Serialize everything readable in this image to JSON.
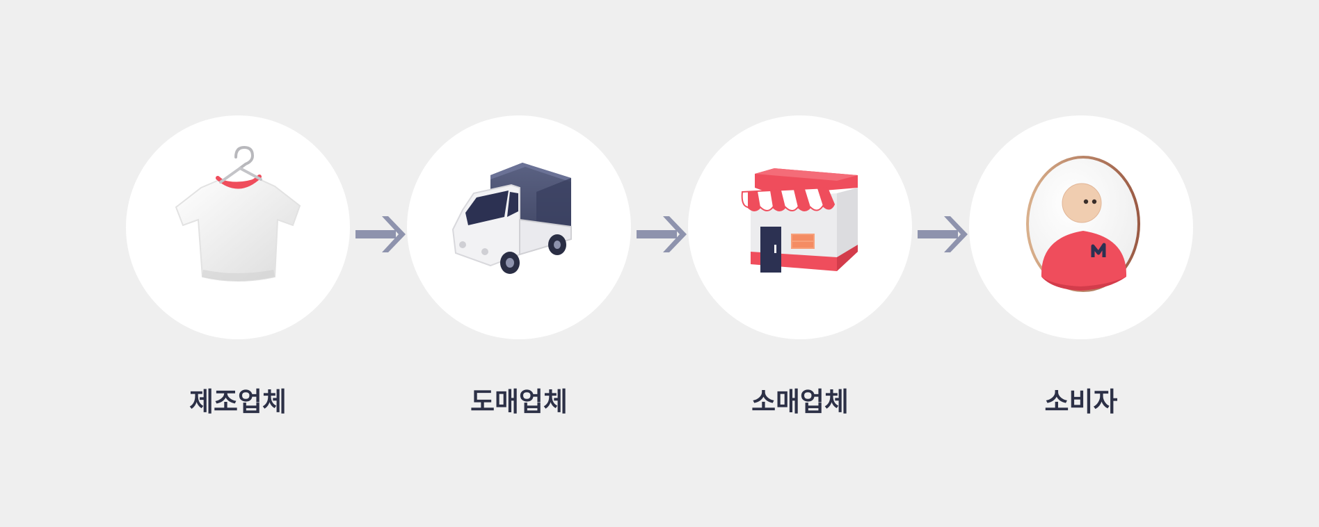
{
  "colors": {
    "background": "#efefef",
    "circle": "#ffffff",
    "label_text": "#2c3046",
    "arrow": "#8e93ad",
    "accent_red": "#ef4d5c",
    "navy": "#444b6b"
  },
  "flow": [
    {
      "label": "제조업체",
      "icon": "t-shirt-on-hanger-icon"
    },
    {
      "label": "도매업체",
      "icon": "delivery-truck-icon"
    },
    {
      "label": "소매업체",
      "icon": "storefront-icon"
    },
    {
      "label": "소비자",
      "icon": "consumer-person-icon"
    }
  ],
  "arrow_icon": "arrow-right-icon"
}
